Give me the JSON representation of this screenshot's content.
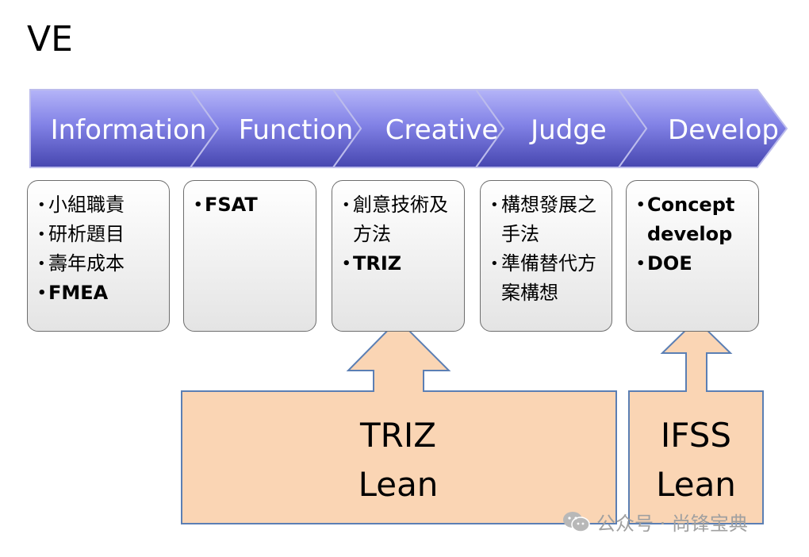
{
  "title": "VE",
  "phases": [
    {
      "label": "Information"
    },
    {
      "label": "Function"
    },
    {
      "label": "Creative"
    },
    {
      "label": "Judge"
    },
    {
      "label": "Develop"
    }
  ],
  "boxes": [
    {
      "items": [
        {
          "text": "小組職責",
          "bold": false
        },
        {
          "text": "研析題目",
          "bold": false
        },
        {
          "text": "壽年成本",
          "bold": false
        },
        {
          "text": "FMEA",
          "bold": true
        }
      ]
    },
    {
      "items": [
        {
          "text": "FSAT",
          "bold": true
        }
      ]
    },
    {
      "items": [
        {
          "text": "創意技術及方法",
          "bold": false
        },
        {
          "text": "TRIZ",
          "bold": true
        }
      ]
    },
    {
      "items": [
        {
          "text": "構想發展之手法",
          "bold": false
        },
        {
          "text": "準備替代方案構想",
          "bold": false
        }
      ]
    },
    {
      "items": [
        {
          "text": "Concept develop",
          "bold": true
        },
        {
          "text": "DOE",
          "bold": true
        }
      ]
    }
  ],
  "tools": [
    {
      "line1": "TRIZ",
      "line2": "Lean"
    },
    {
      "line1": "IFSS",
      "line2": "Lean"
    }
  ],
  "watermark": {
    "text": "公众号 · 尚锋宝典",
    "icon": "wechat-icon"
  },
  "colors": {
    "chevron_top": "#9a9af0",
    "chevron_bottom": "#4a4ab8",
    "arrow_fill": "#fad5b4",
    "arrow_stroke": "#5b7fb4"
  }
}
